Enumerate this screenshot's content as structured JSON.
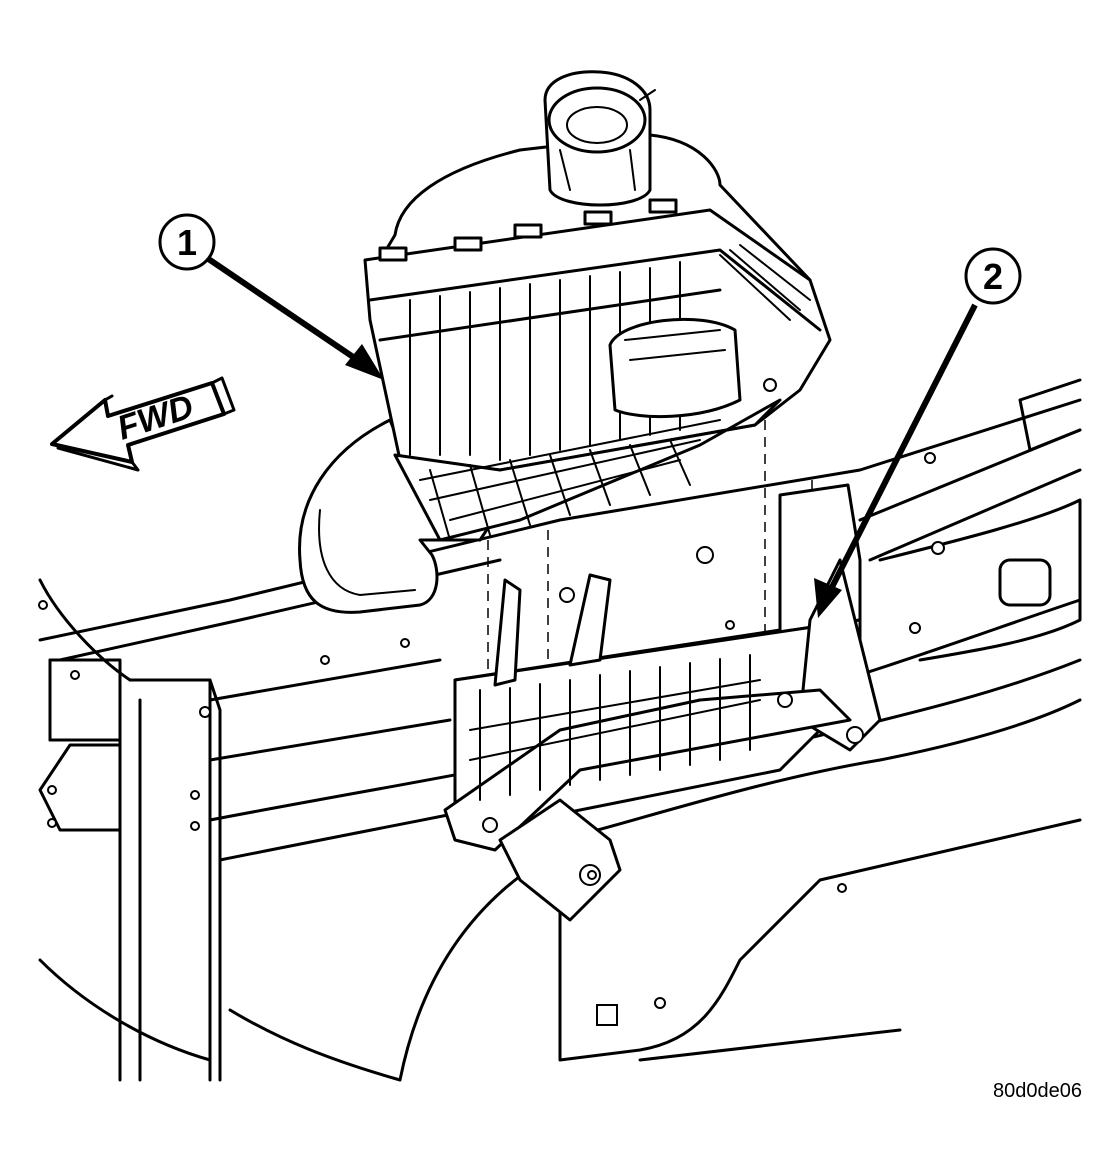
{
  "callouts": [
    {
      "id": "1",
      "label": "1"
    },
    {
      "id": "2",
      "label": "2"
    }
  ],
  "direction_arrow": {
    "label": "FWD"
  },
  "figure_id": "80d0de06"
}
